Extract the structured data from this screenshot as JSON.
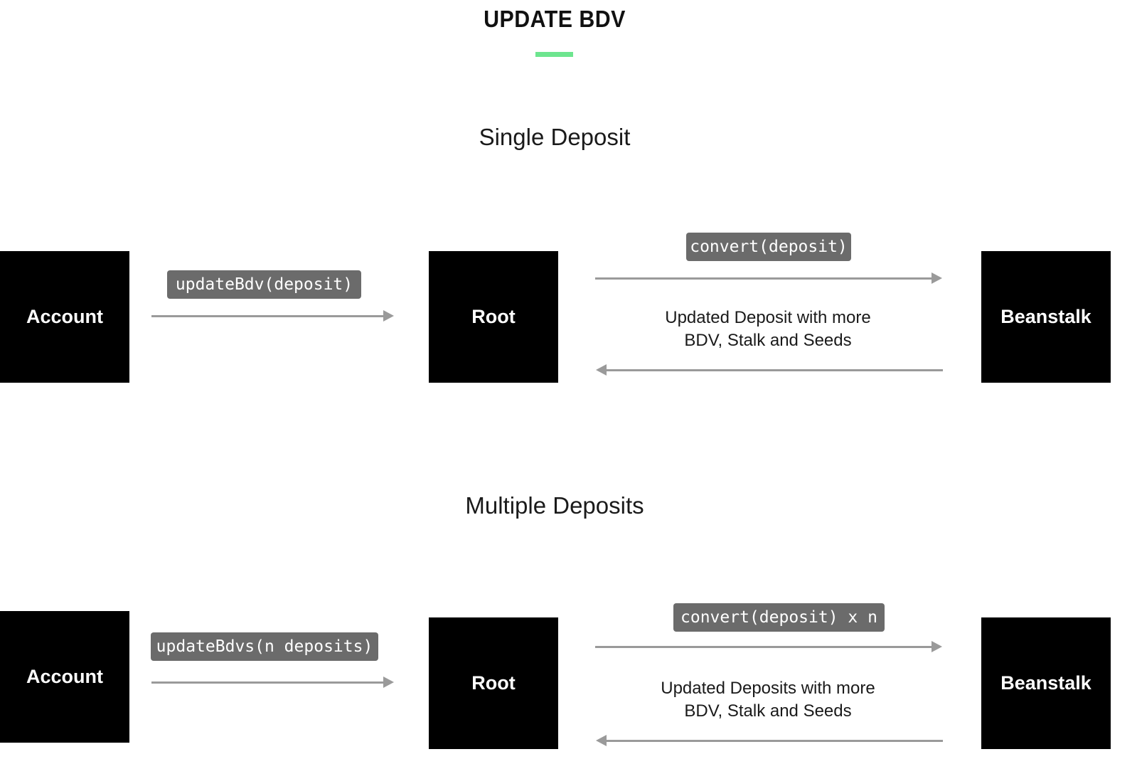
{
  "title": "UPDATE BDV",
  "colors": {
    "accent": "#6de58f",
    "node_bg": "#000000",
    "tag_bg": "#6b6b6b",
    "arrow": "#9a9a9a"
  },
  "sections": [
    {
      "heading": "Single Deposit",
      "nodes": {
        "account": "Account",
        "root": "Root",
        "beanstalk": "Beanstalk"
      },
      "account_to_root": "updateBdv(deposit)",
      "root_to_beanstalk": "convert(deposit)",
      "response_line1": "Updated Deposit with more",
      "response_line2": "BDV, Stalk and Seeds"
    },
    {
      "heading": "Multiple Deposits",
      "nodes": {
        "account": "Account",
        "root": "Root",
        "beanstalk": "Beanstalk"
      },
      "account_to_root": "updateBdvs(n deposits)",
      "root_to_beanstalk": "convert(deposit) x n",
      "response_line1": "Updated Deposits with more",
      "response_line2": "BDV, Stalk and Seeds"
    }
  ]
}
